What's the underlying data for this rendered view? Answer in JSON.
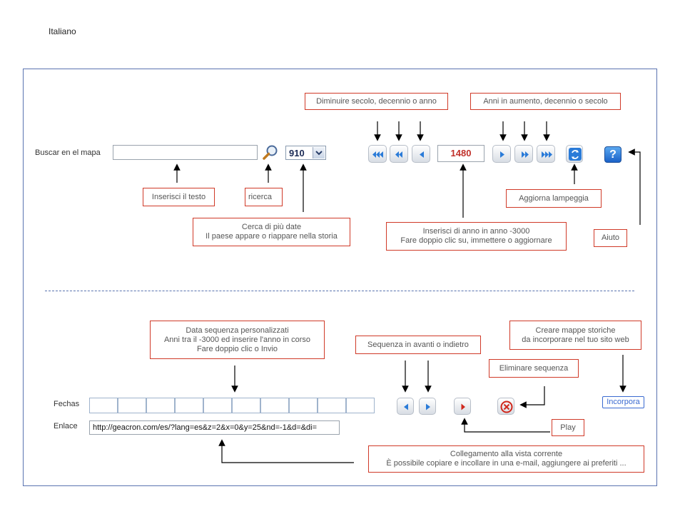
{
  "language": "Italiano",
  "search": {
    "label": "Buscar en el mapa",
    "value": "",
    "year_select_value": "910"
  },
  "timeline": {
    "year": "1480"
  },
  "callouts": {
    "decrease": "Diminuire secolo, decennio o anno",
    "increase": "Anni in aumento, decennio o secolo",
    "insert_text": "Inserisci il testo",
    "search": "ricerca",
    "more_dates_line1": "Cerca di più date",
    "more_dates_line2": "Il paese appare o riappare nella storia",
    "year_entry_line1": "Inserisci di anno in anno -3000",
    "year_entry_line2": "Fare doppio clic su, immettere o aggiornare",
    "refresh": "Aggiorna lampeggia",
    "help": "Aiuto",
    "custom_seq_line1": "Data sequenza personalizzati",
    "custom_seq_line2": "Anni tra il -3000 ed inserire l'anno in corso",
    "custom_seq_line3": "Fare doppio clic o Invio",
    "seq_nav": "Sequenza in avanti o indietro",
    "historic_maps_line1": "Creare mappe storiche",
    "historic_maps_line2": "da incorporare nel tuo sito web",
    "delete_seq": "Eliminare sequenza",
    "play": "Play",
    "link_line1": "Collegamento alla vista corrente",
    "link_line2": "È possibile copiare e incollare in una e-mail, aggiungere ai preferiti ..."
  },
  "sequence": {
    "dates_label": "Fechas",
    "link_label": "Enlace",
    "link_value": "http://geacron.com/es/?lang=es&z=2&x=0&y=25&nd=-1&d=&di=",
    "embed_button": "Incorpora"
  },
  "icons": {
    "search": "magnifier-icon",
    "refresh": "refresh-icon",
    "help": "help-icon",
    "delete": "delete-circle-icon",
    "play": "play-icon"
  },
  "colors": {
    "callout_border": "#d03a28",
    "frame_border": "#5a73b0",
    "nav_arrow": "#2a7bd8",
    "play_arrow": "#d0281c",
    "embed_blue": "#3a6ad0"
  }
}
